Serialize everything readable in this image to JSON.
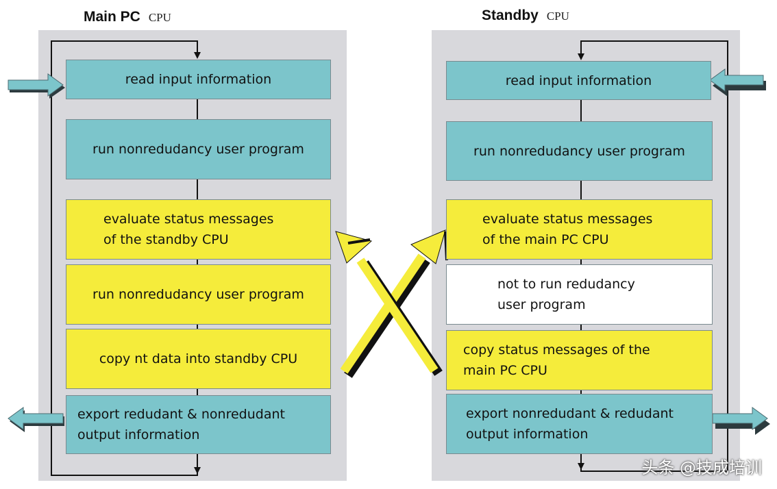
{
  "left": {
    "title": "Main PC",
    "subtitle": "CPU",
    "steps": [
      {
        "lines": [
          "read input information"
        ],
        "color": "#7cc5cb"
      },
      {
        "lines": [
          "run nonredudancy user program"
        ],
        "color": "#7cc5cb"
      },
      {
        "lines": [
          "evaluate status messages",
          "of the standby CPU"
        ],
        "color": "#f5ec3b"
      },
      {
        "lines": [
          "run nonredudancy user program"
        ],
        "color": "#f5ec3b"
      },
      {
        "lines": [
          "copy nt data into standby CPU"
        ],
        "color": "#f5ec3b"
      },
      {
        "lines": [
          "export redudant & nonredudant",
          "output information"
        ],
        "color": "#7cc5cb"
      }
    ]
  },
  "right": {
    "title": "Standby",
    "subtitle": "CPU",
    "steps": [
      {
        "lines": [
          "read input information"
        ],
        "color": "#7cc5cb"
      },
      {
        "lines": [
          "run nonredudancy user program"
        ],
        "color": "#7cc5cb"
      },
      {
        "lines": [
          "evaluate status messages",
          "of the main PC CPU"
        ],
        "color": "#f5ec3b"
      },
      {
        "lines": [
          "not to run redudancy",
          "user program"
        ],
        "color": "#ffffff"
      },
      {
        "lines": [
          "copy status messages of the",
          "main PC CPU"
        ],
        "color": "#f5ec3b"
      },
      {
        "lines": [
          "export nonredudant & redudant",
          "output information"
        ],
        "color": "#7cc5cb"
      }
    ]
  },
  "watermark": "头条 @技成培训"
}
